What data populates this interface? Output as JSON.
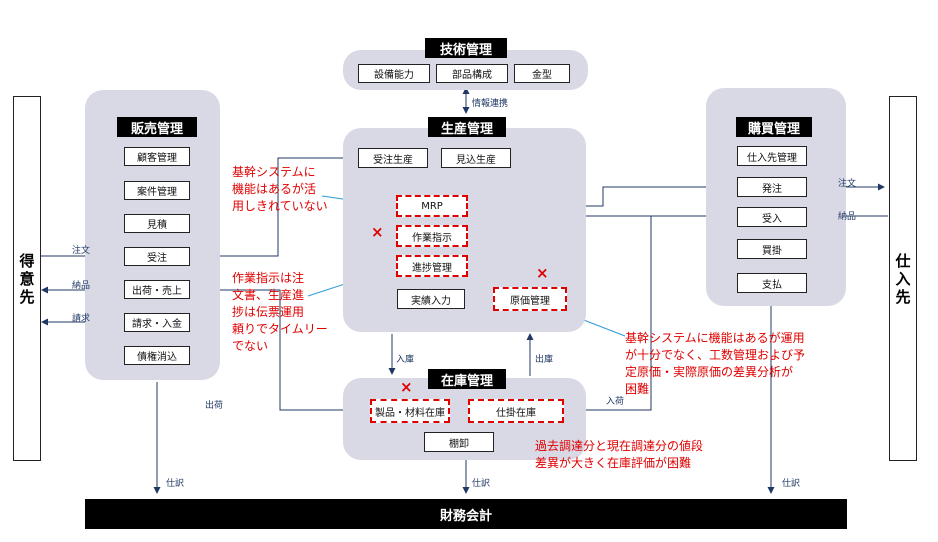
{
  "panels": {
    "tech": {
      "title": "技術管理",
      "items": [
        "設備能力",
        "部品構成",
        "金型"
      ]
    },
    "sales": {
      "title": "販売管理",
      "items": [
        "顧客管理",
        "案件管理",
        "見積",
        "受注",
        "出荷・売上",
        "請求・入金",
        "債権消込"
      ]
    },
    "production": {
      "title": "生産管理",
      "order_prod": "受注生産",
      "forecast_prod": "見込生産",
      "mrp": "MRP",
      "work_order": "作業指示",
      "progress": "進捗管理",
      "actual": "実績入力",
      "cost": "原価管理"
    },
    "purchase": {
      "title": "購買管理",
      "items": [
        "仕入先管理",
        "発注",
        "受入",
        "買掛",
        "支払"
      ]
    },
    "inventory": {
      "title": "在庫管理",
      "products": "製品・材料在庫",
      "wip": "仕掛在庫",
      "stocktake": "棚卸"
    }
  },
  "sides": {
    "customer": [
      "得",
      "意",
      "先"
    ],
    "supplier": [
      "仕",
      "入",
      "先"
    ]
  },
  "finance": "財務会計",
  "labels": {
    "info_link": "情報連携",
    "order_in": "注文",
    "delivery_out": "納品",
    "invoice_out": "請求",
    "order_out": "注文",
    "delivery_in": "納品",
    "shipping": "出荷",
    "receiving": "入庫",
    "issuing": "出庫",
    "receiving2": "入荷",
    "journal": "仕訳"
  },
  "notes": {
    "n1": [
      "基幹システムに",
      "機能はあるが活",
      "用しきれていない"
    ],
    "n2": [
      "作業指示は注",
      "文書、生産進",
      "捗は伝票運用",
      "頼りでタイムリー",
      "でない"
    ],
    "n3": [
      "基幹システムに機能はあるが運用",
      "が十分でなく、工数管理および予",
      "定原価・実際原価の差異分析が",
      "困難"
    ],
    "n4": [
      "過去調達分と現在調達分の値段",
      "差異が大きく在庫評価が困難"
    ]
  },
  "x_mark": "×",
  "colors": {
    "panel": "#d9d9e6",
    "highlight": "#e00000",
    "arrow": "#1f3864"
  }
}
